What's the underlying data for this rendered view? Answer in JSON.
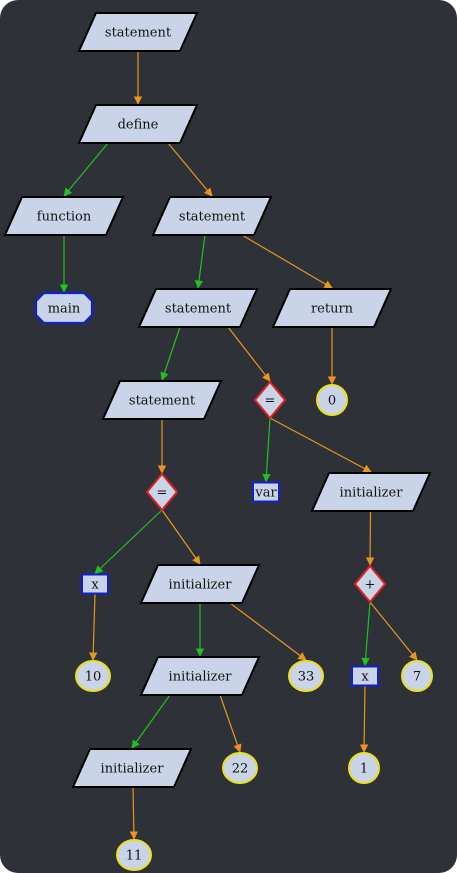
{
  "colors": {
    "background": "#2e3238",
    "node_fill": "#c9d4e8",
    "node_stroke": "#000000",
    "operator_stroke": "#e02020",
    "ident_stroke": "#1020d0",
    "literal_stroke": "#e8e020",
    "edge_left": "#22c022",
    "edge_right": "#e8961e"
  },
  "nodes": [
    {
      "id": "n1",
      "label": "statement",
      "shape": "parallelogram"
    },
    {
      "id": "n2",
      "label": "define",
      "shape": "parallelogram"
    },
    {
      "id": "n3",
      "label": "function",
      "shape": "parallelogram"
    },
    {
      "id": "n4",
      "label": "main",
      "shape": "octagon"
    },
    {
      "id": "n5",
      "label": "statement",
      "shape": "parallelogram"
    },
    {
      "id": "n6",
      "label": "statement",
      "shape": "parallelogram"
    },
    {
      "id": "n7",
      "label": "return",
      "shape": "parallelogram"
    },
    {
      "id": "n8",
      "label": "0",
      "shape": "ellipse"
    },
    {
      "id": "n9",
      "label": "statement",
      "shape": "parallelogram"
    },
    {
      "id": "n10",
      "label": "=",
      "shape": "diamond"
    },
    {
      "id": "n11",
      "label": "var",
      "shape": "box"
    },
    {
      "id": "n12",
      "label": "initializer",
      "shape": "parallelogram"
    },
    {
      "id": "n13",
      "label": "=",
      "shape": "diamond"
    },
    {
      "id": "n14",
      "label": "x",
      "shape": "box"
    },
    {
      "id": "n15",
      "label": "initializer",
      "shape": "parallelogram"
    },
    {
      "id": "n16",
      "label": "+",
      "shape": "diamond"
    },
    {
      "id": "n17",
      "label": "10",
      "shape": "ellipse"
    },
    {
      "id": "n18",
      "label": "initializer",
      "shape": "parallelogram"
    },
    {
      "id": "n19",
      "label": "33",
      "shape": "ellipse"
    },
    {
      "id": "n20",
      "label": "x",
      "shape": "box"
    },
    {
      "id": "n21",
      "label": "7",
      "shape": "ellipse"
    },
    {
      "id": "n22",
      "label": "initializer",
      "shape": "parallelogram"
    },
    {
      "id": "n23",
      "label": "22",
      "shape": "ellipse"
    },
    {
      "id": "n24",
      "label": "1",
      "shape": "ellipse"
    },
    {
      "id": "n25",
      "label": "11",
      "shape": "ellipse"
    }
  ],
  "edges": [
    {
      "from": "n1",
      "to": "n2",
      "kind": "right"
    },
    {
      "from": "n2",
      "to": "n3",
      "kind": "left"
    },
    {
      "from": "n2",
      "to": "n5",
      "kind": "right"
    },
    {
      "from": "n3",
      "to": "n4",
      "kind": "left"
    },
    {
      "from": "n5",
      "to": "n6",
      "kind": "left"
    },
    {
      "from": "n5",
      "to": "n7",
      "kind": "right"
    },
    {
      "from": "n7",
      "to": "n8",
      "kind": "right"
    },
    {
      "from": "n6",
      "to": "n9",
      "kind": "left"
    },
    {
      "from": "n6",
      "to": "n10",
      "kind": "right"
    },
    {
      "from": "n10",
      "to": "n11",
      "kind": "left"
    },
    {
      "from": "n10",
      "to": "n12",
      "kind": "right"
    },
    {
      "from": "n9",
      "to": "n13",
      "kind": "right"
    },
    {
      "from": "n13",
      "to": "n14",
      "kind": "left"
    },
    {
      "from": "n13",
      "to": "n15",
      "kind": "right"
    },
    {
      "from": "n12",
      "to": "n16",
      "kind": "right"
    },
    {
      "from": "n14",
      "to": "n17",
      "kind": "right"
    },
    {
      "from": "n15",
      "to": "n18",
      "kind": "left"
    },
    {
      "from": "n15",
      "to": "n19",
      "kind": "right"
    },
    {
      "from": "n16",
      "to": "n20",
      "kind": "left"
    },
    {
      "from": "n16",
      "to": "n21",
      "kind": "right"
    },
    {
      "from": "n18",
      "to": "n22",
      "kind": "left"
    },
    {
      "from": "n18",
      "to": "n23",
      "kind": "right"
    },
    {
      "from": "n20",
      "to": "n24",
      "kind": "right"
    },
    {
      "from": "n22",
      "to": "n25",
      "kind": "right"
    }
  ]
}
